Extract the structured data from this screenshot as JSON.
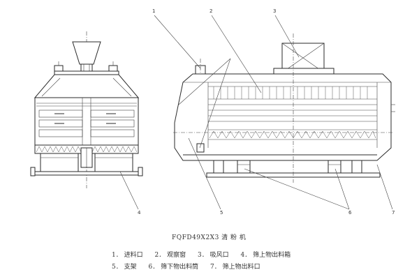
{
  "title": "FQFD49X2X3 清 粉 机",
  "callouts": [
    "1",
    "2",
    "3",
    "4",
    "5",
    "6",
    "7"
  ],
  "legend": [
    {
      "num": "1",
      "label": "进料口"
    },
    {
      "num": "2",
      "label": "观察窗"
    },
    {
      "num": "3",
      "label": "吸风口"
    },
    {
      "num": "4",
      "label": "筛上物出料箱"
    },
    {
      "num": "5",
      "label": "支架"
    },
    {
      "num": "6",
      "label": "筛下物出料筒"
    },
    {
      "num": "7",
      "label": "筛上物出料口"
    }
  ]
}
